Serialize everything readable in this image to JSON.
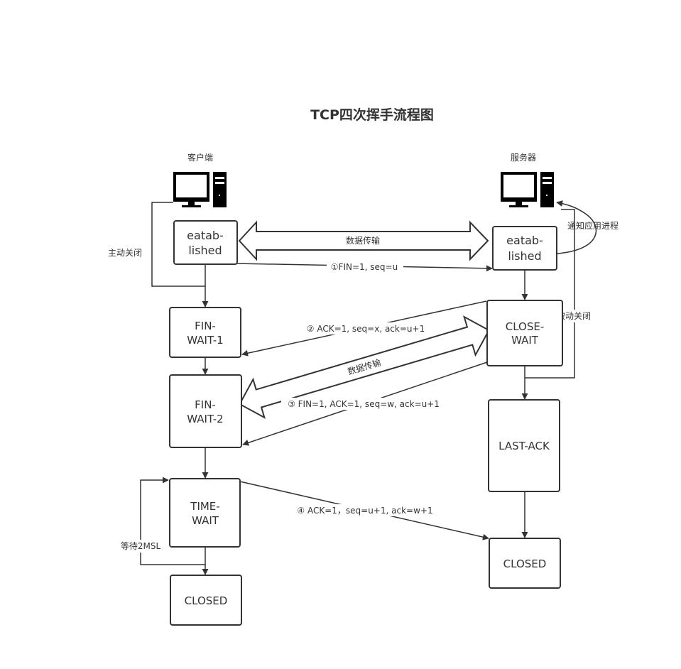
{
  "title": "TCP四次挥手流程图",
  "client": {
    "label": "客户端",
    "computer_icon": "computer-icon",
    "states": {
      "established_line1": "eatab-",
      "established_line2": "lished",
      "fin_wait_1_line1": "FIN-",
      "fin_wait_1_line2": "WAIT-1",
      "fin_wait_2_line1": "FIN-",
      "fin_wait_2_line2": "WAIT-2",
      "time_wait_line1": "TIME-",
      "time_wait_line2": "WAIT",
      "closed": "CLOSED"
    },
    "active_close_label": "主动关闭",
    "wait_2msl_label": "等待2MSL"
  },
  "server": {
    "label": "服务器",
    "computer_icon": "computer-icon",
    "states": {
      "established_line1": "eatab-",
      "established_line2": "lished",
      "close_wait_line1": "CLOSE-",
      "close_wait_line2": "WAIT",
      "last_ack": "LAST-ACK",
      "closed": "CLOSED"
    },
    "notify_app_label": "通知应用进程",
    "passive_close_label": "被动关闭"
  },
  "messages": {
    "data_transfer_1": "数据传输",
    "fin1": "①FIN=1, seq=u",
    "ack2": "② ACK=1, seq=x, ack=u+1",
    "data_transfer_2": "数据传输",
    "fin3": "③ FIN=1, ACK=1, seq=w, ack=u+1",
    "ack4": "④ ACK=1，seq=u+1, ack=w+1"
  }
}
